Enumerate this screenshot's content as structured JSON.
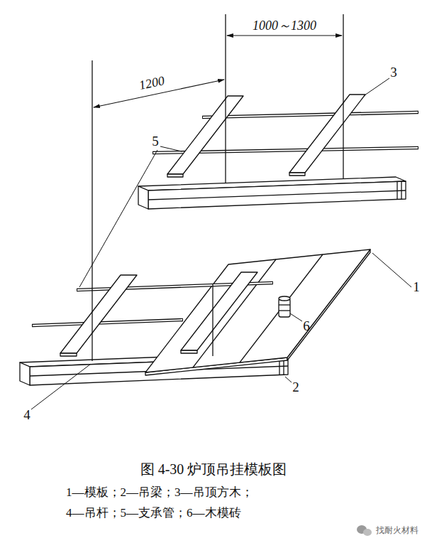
{
  "diagram": {
    "caption": "图 4-30 炉顶吊挂模板图",
    "labels": [
      "1000～1300",
      "1200",
      "3",
      "5",
      "6",
      "1",
      "2",
      "4",
      "1—模板；2—吊梁；3—吊顶方木；",
      "4—吊杆；5—支承管；6—木模砖",
      "找耐火材料"
    ]
  }
}
